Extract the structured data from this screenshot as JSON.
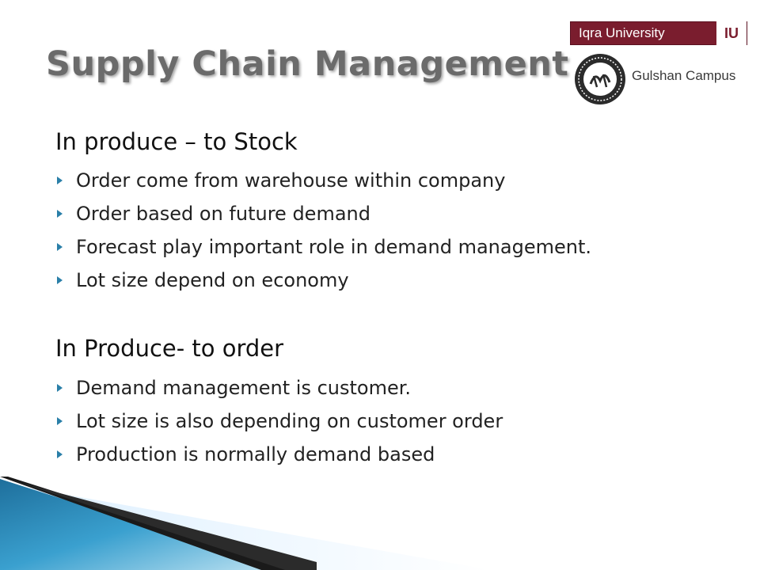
{
  "slide": {
    "title": "Supply Chain Management",
    "logo": {
      "university": "Iqra University",
      "abbr": "IU",
      "campus": "Gulshan Campus",
      "seal_icon": "university-seal-icon"
    },
    "sections": [
      {
        "heading": "In produce – to Stock",
        "bullets": [
          "Order come from warehouse within company",
          "Order based on future demand",
          "Forecast play important role in demand management.",
          "Lot size depend on economy"
        ]
      },
      {
        "heading": "In Produce- to order",
        "bullets": [
          "Demand management is customer.",
          "Lot size is also depending on customer order",
          "Production is normally demand based"
        ]
      }
    ],
    "colors": {
      "title": "#6b6b6b",
      "bullet_arrow": "#2a7fa8",
      "logo_banner": "#7a1d2e",
      "decoration_blue": "#2e8fc0",
      "decoration_dark": "#1a1a1a"
    },
    "bullet_icon": "triangle-right-icon"
  }
}
